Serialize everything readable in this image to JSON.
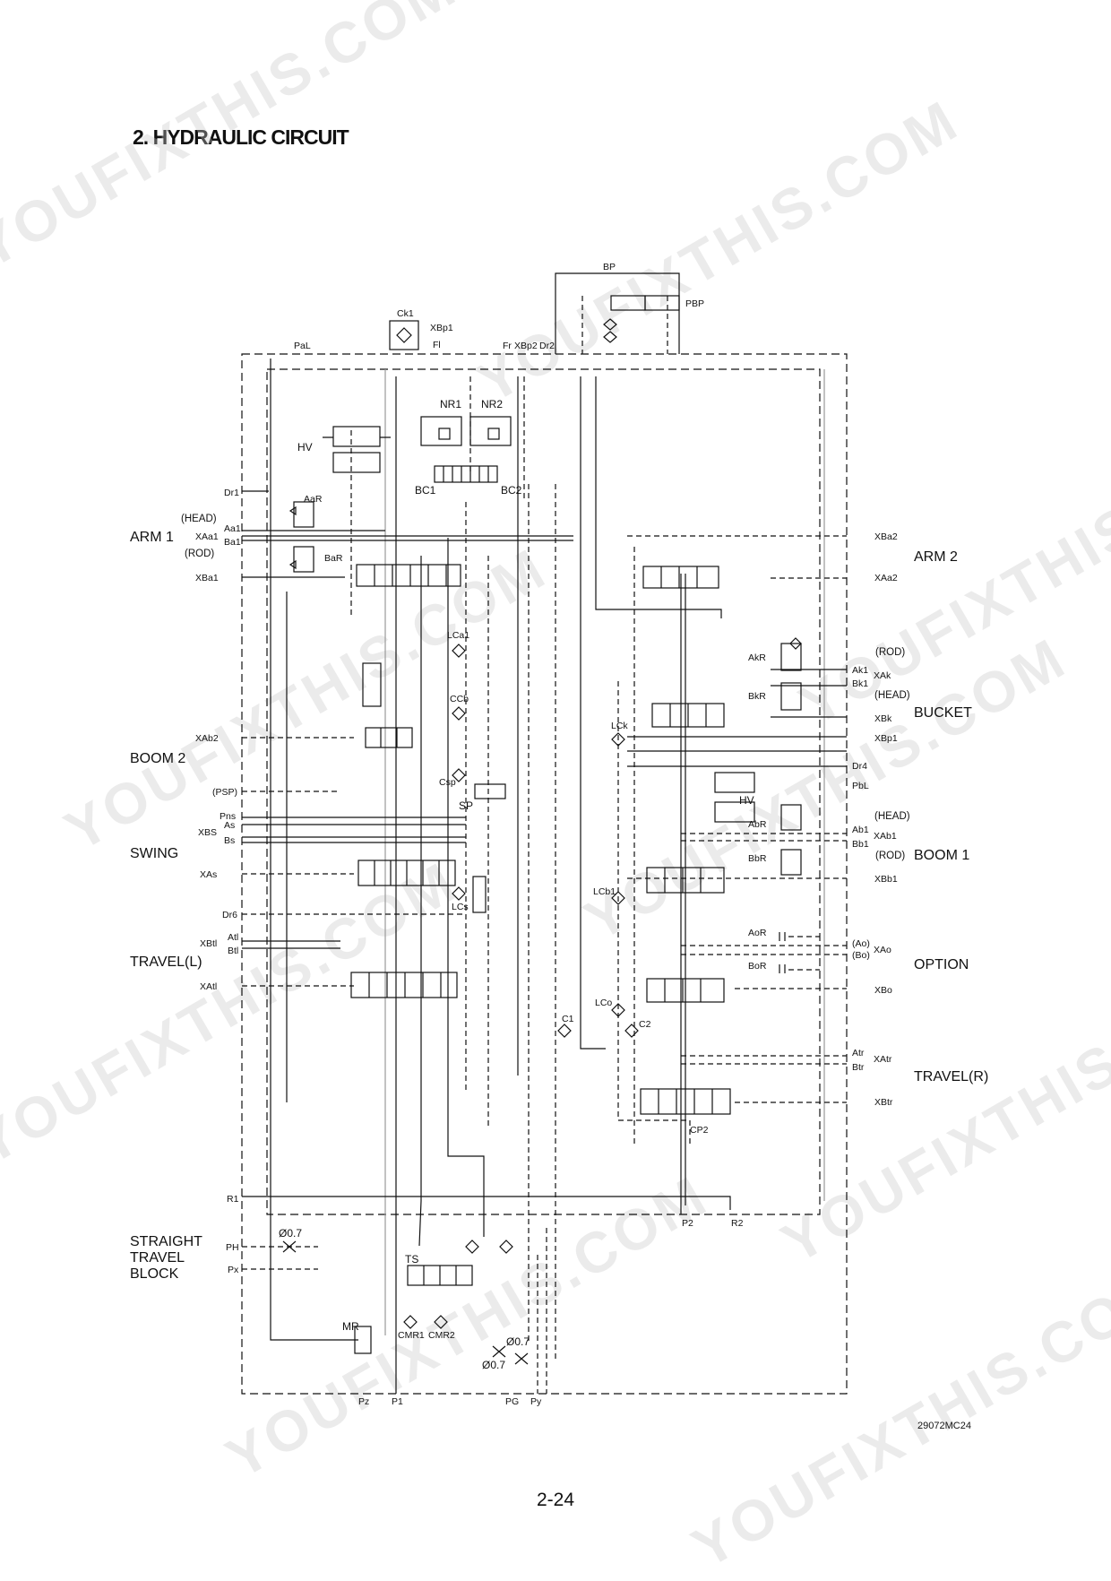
{
  "title": "2. HYDRAULIC CIRCUIT",
  "page_number": "2-24",
  "drawing_code": "29072MC24",
  "watermark_text": "YOUFIXTHIS.COM",
  "sections": {
    "arm1": "ARM 1",
    "arm2": "ARM 2",
    "boom2": "BOOM 2",
    "bucket": "BUCKET",
    "swing": "SWING",
    "boom1": "BOOM 1",
    "travel_l": "TRAVEL(L)",
    "option": "OPTION",
    "travel_r": "TRAVEL(R)",
    "straight_travel_block": "STRAIGHT\nTRAVEL\nBLOCK"
  },
  "ports": {
    "bp": "BP",
    "pbp": "PBP",
    "ck1": "Ck1",
    "xbp1": "XBp1",
    "fl": "Fl",
    "pal": "PaL",
    "fr": "Fr",
    "xbp2": "XBp2",
    "dr2": "Dr2",
    "nr1": "NR1",
    "nr2": "NR2",
    "bc1": "BC1",
    "bc2": "BC2",
    "hv_top": "HV",
    "dr1": "Dr1",
    "aar": "AaR",
    "head_left": "(HEAD)",
    "aa1": "Aa1",
    "xaa1": "XAa1",
    "ba1": "Ba1",
    "rod_left": "(ROD)",
    "bar": "BaR",
    "xba1": "XBa1",
    "xba2": "XBa2",
    "xaa2": "XAa2",
    "lca1": "LCa1",
    "akr": "AkR",
    "rod_bucket": "(ROD)",
    "ak1": "Ak1",
    "xak": "XAk",
    "bk1": "Bk1",
    "head_bucket": "(HEAD)",
    "bkr": "BkR",
    "xbk": "XBk",
    "lck": "LCk",
    "xbp1_right": "XBp1",
    "ccb": "CCb",
    "xab2": "XAb2",
    "dr4": "Dr4",
    "pbl": "PbL",
    "psp": "(PSP)",
    "csp": "Csp",
    "sp": "SP",
    "hv_mid": "HV",
    "abr": "AbR",
    "head_boom1": "(HEAD)",
    "pns": "Pns",
    "as": "As",
    "xbs": "XBS",
    "bs": "Bs",
    "ab1": "Ab1",
    "xab1": "XAb1",
    "bb1": "Bb1",
    "bbr": "BbR",
    "rod_boom1": "(ROD)",
    "xas": "XAs",
    "xbb1": "XBb1",
    "lcs": "LCs",
    "lcb1": "LCb1",
    "dr6": "Dr6",
    "aor": "AoR",
    "atl": "Atl",
    "xbtl": "XBtl",
    "btl": "Btl",
    "ao": "(Ao)",
    "xao": "XAo",
    "bo": "(Bo)",
    "bor": "BoR",
    "xatl": "XAtl",
    "xbo": "XBo",
    "lco": "LCo",
    "c1": "C1",
    "c2": "C2",
    "atr": "Atr",
    "xatr": "XAtr",
    "btr": "Btr",
    "xbtr": "XBtr",
    "cp2": "CP2",
    "r1": "R1",
    "p2": "P2",
    "r2": "R2",
    "orifice_1": "Ø0.7",
    "ph": "PH",
    "ts": "TS",
    "px": "Px",
    "mr": "MR",
    "cmr1": "CMR1",
    "cmr2": "CMR2",
    "orifice_2": "Ø0.7",
    "orifice_3": "Ø0.7",
    "pz": "Pz",
    "p1": "P1",
    "pg": "PG",
    "py": "Py"
  }
}
